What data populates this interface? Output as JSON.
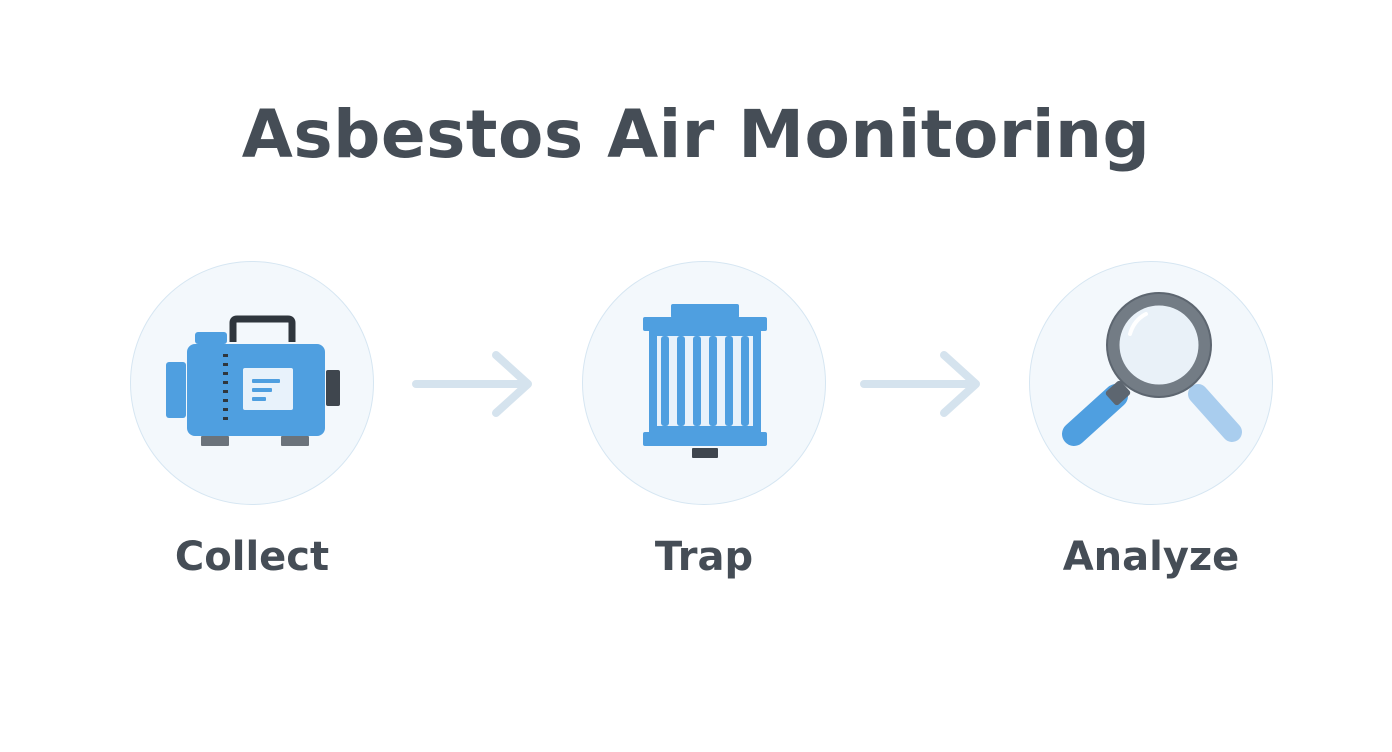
{
  "title": "Asbestos Air Monitoring",
  "steps": [
    {
      "label": "Collect",
      "icon": "air-pump-icon"
    },
    {
      "label": "Trap",
      "icon": "filter-cassette-icon"
    },
    {
      "label": "Analyze",
      "icon": "magnifying-glass-icon"
    }
  ],
  "colors": {
    "primary_blue": "#4f9fe0",
    "light_blue": "#a9cdee",
    "dark_gray": "#3f464e",
    "text": "#454d56",
    "circle_fill": "#f3f8fc",
    "circle_border": "#d6e6f2",
    "arrow": "#d5e3ee"
  }
}
